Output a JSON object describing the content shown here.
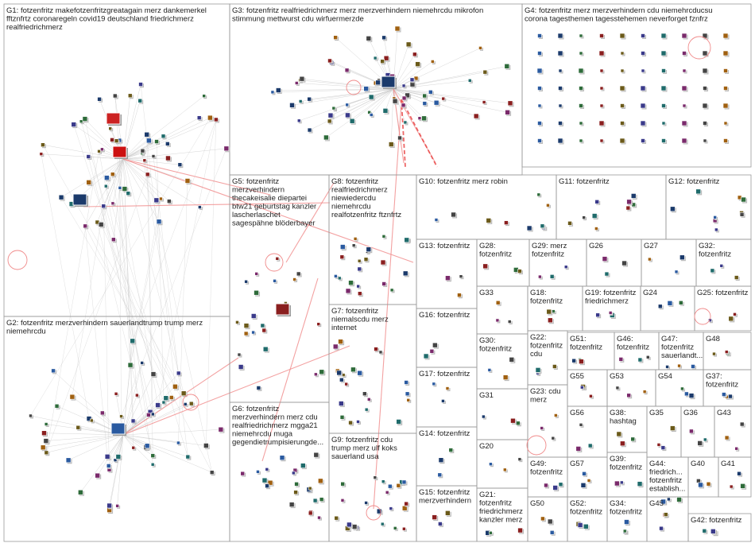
{
  "groups": [
    {
      "id": "G1",
      "lines": [
        "G1: fotzenfritz makefotzenfritzgreatagain merz dankemerkel",
        "fftznfrtz coronaregeln covid19 deutschland friedrichmerz",
        "realfriedrichmerz"
      ]
    },
    {
      "id": "G2",
      "lines": [
        "G2: fotzenfritz merzverhindern sauerlandtrump trump merz",
        "niemehrcdu"
      ]
    },
    {
      "id": "G3",
      "lines": [
        "G3: fotzenfritz realfriedrichmerz merz merzverhindern niemehrcdu mikrofon",
        "stimmung mettwurst cdu wirfuermerzde"
      ]
    },
    {
      "id": "G4",
      "lines": [
        "G4: fotzenfritz merz merzverhindern cdu niemehrcducsu",
        "corona tagesthemen tagesstehemen neverforget fznfrz"
      ]
    },
    {
      "id": "G5",
      "lines": [
        "G5: fotzenfritz",
        "merzverhindern",
        "thecakeisalie diepartei",
        "btw21 geburtstag kanzler",
        "lascherlaschet",
        "sagespähne blöderbayer"
      ]
    },
    {
      "id": "G6",
      "lines": [
        "G6: fotzenfritz",
        "merzverhindern merz cdu",
        "realfriedrichmerz mgga21",
        "niemehrcdu muga",
        "gegendietrumpisierungde..."
      ]
    },
    {
      "id": "G7",
      "lines": [
        "G7: fotzenfritz",
        "niemalscdu merz",
        "internet"
      ]
    },
    {
      "id": "G8",
      "lines": [
        "G8: fotzenfritz",
        "realfriedrichmerz",
        "niewiedercdu",
        "niemehrcdu",
        "realfotzenfritz ftznfrtz"
      ]
    },
    {
      "id": "G9",
      "lines": [
        "G9: fotzenfritz cdu",
        "trump merz ulf koks",
        "sauerland usa"
      ]
    },
    {
      "id": "G10",
      "lines": [
        "G10: fotzenfritz merz robin"
      ]
    },
    {
      "id": "G11",
      "lines": [
        "G11: fotzenfritz"
      ]
    },
    {
      "id": "G12",
      "lines": [
        "G12: fotzenfritz"
      ]
    },
    {
      "id": "G13",
      "lines": [
        "G13: fotzenfritz"
      ]
    },
    {
      "id": "G14",
      "lines": [
        "G14: fotzenfritz"
      ]
    },
    {
      "id": "G15",
      "lines": [
        "G15: fotzenfritz",
        "merzverhindern"
      ]
    },
    {
      "id": "G16",
      "lines": [
        "G16: fotzenfritz"
      ]
    },
    {
      "id": "G17",
      "lines": [
        "G17: fotzenfritz"
      ]
    },
    {
      "id": "G18",
      "lines": [
        "G18:",
        "fotzenfritz"
      ]
    },
    {
      "id": "G19",
      "lines": [
        "G19: fotzenfritz",
        "friedrichmerz"
      ]
    },
    {
      "id": "G20",
      "lines": [
        "G20"
      ]
    },
    {
      "id": "G21",
      "lines": [
        "G21:",
        "fotzenfritz",
        "friedrichmerz",
        "kanzler merz"
      ]
    },
    {
      "id": "G22",
      "lines": [
        "G22:",
        "fotzenfritz",
        "cdu"
      ]
    },
    {
      "id": "G23",
      "lines": [
        "G23: cdu",
        "merz"
      ]
    },
    {
      "id": "G24",
      "lines": [
        "G24"
      ]
    },
    {
      "id": "G25",
      "lines": [
        "G25: fotzenfritz"
      ]
    },
    {
      "id": "G26",
      "lines": [
        "G26"
      ]
    },
    {
      "id": "G27",
      "lines": [
        "G27"
      ]
    },
    {
      "id": "G28",
      "lines": [
        "G28:",
        "fotzenfritz"
      ]
    },
    {
      "id": "G29",
      "lines": [
        "G29: merz",
        "fotzenfritz"
      ]
    },
    {
      "id": "G30",
      "lines": [
        "G30:",
        "fotzenfritz"
      ]
    },
    {
      "id": "G31",
      "lines": [
        "G31"
      ]
    },
    {
      "id": "G32",
      "lines": [
        "G32:",
        "fotzenfritz"
      ]
    },
    {
      "id": "G33",
      "lines": [
        "G33"
      ]
    },
    {
      "id": "G34",
      "lines": [
        "G34:",
        "fotzenfritz"
      ]
    },
    {
      "id": "G35",
      "lines": [
        "G35"
      ]
    },
    {
      "id": "G36",
      "lines": [
        "G36"
      ]
    },
    {
      "id": "G37",
      "lines": [
        "G37:",
        "fotzenfritz"
      ]
    },
    {
      "id": "G38",
      "lines": [
        "G38:",
        "hashtag"
      ]
    },
    {
      "id": "G39",
      "lines": [
        "G39:",
        "fotzenfritz"
      ]
    },
    {
      "id": "G40",
      "lines": [
        "G40"
      ]
    },
    {
      "id": "G41",
      "lines": [
        "G41"
      ]
    },
    {
      "id": "G42",
      "lines": [
        "G42: fotzenfritz"
      ]
    },
    {
      "id": "G43",
      "lines": [
        "G43"
      ]
    },
    {
      "id": "G44",
      "lines": [
        "G44:",
        "friedrich...",
        "fotzenfritz",
        "establish..."
      ]
    },
    {
      "id": "G45",
      "lines": [
        "G45"
      ]
    },
    {
      "id": "G46",
      "lines": [
        "G46:",
        "fotzenfritz"
      ]
    },
    {
      "id": "G47",
      "lines": [
        "G47:",
        "fotzenfritz",
        "sauerlandt..."
      ]
    },
    {
      "id": "G48",
      "lines": [
        "G48"
      ]
    },
    {
      "id": "G49",
      "lines": [
        "G49:",
        "fotzenfritz"
      ]
    },
    {
      "id": "G50",
      "lines": [
        "G50"
      ]
    },
    {
      "id": "G51",
      "lines": [
        "G51:",
        "fotzenfritz"
      ]
    },
    {
      "id": "G52",
      "lines": [
        "G52:",
        "fotzenfritz"
      ]
    },
    {
      "id": "G53",
      "lines": [
        "G53"
      ]
    },
    {
      "id": "G54",
      "lines": [
        "G54"
      ]
    },
    {
      "id": "G55",
      "lines": [
        "G55"
      ]
    },
    {
      "id": "G56",
      "lines": [
        "G56"
      ]
    },
    {
      "id": "G57",
      "lines": [
        "G57"
      ]
    }
  ],
  "colors": {
    "background": "#ffffff",
    "cluster_border": "#9a9a9a",
    "label_text": "#222222",
    "edge_light": "#cccccc",
    "edge_highlight": "#f08a8a",
    "edge_strong": "#e84040"
  }
}
